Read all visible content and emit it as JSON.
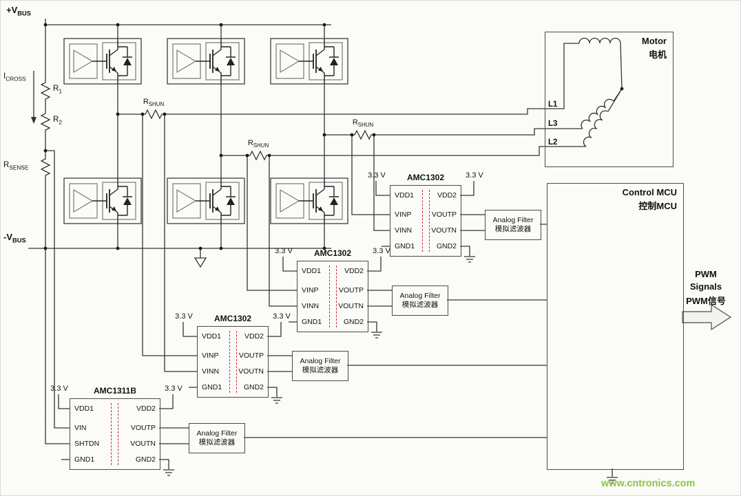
{
  "colors": {
    "isolation_red": "#cf2030",
    "watermark_green": "#8dc63f"
  },
  "bus": {
    "vbus_pos": {
      "main": "+V",
      "sub": "BUS"
    },
    "icross": {
      "main": "I",
      "sub": "CROSS"
    },
    "r1": {
      "main": "R",
      "sub": "1"
    },
    "r2": {
      "main": "R",
      "sub": "2"
    },
    "rsense": {
      "main": "R",
      "sub": "SENSE"
    },
    "vbus_neg": {
      "main": "-V",
      "sub": "BUS"
    }
  },
  "shunts": [
    {
      "main": "R",
      "sub": "SHUN"
    },
    {
      "main": "R",
      "sub": "SHUN"
    },
    {
      "main": "R",
      "sub": "SHUN"
    }
  ],
  "chips": [
    {
      "name": "AMC1302",
      "supply_left": "3.3 V",
      "supply_right": "3.3 V",
      "pins_left": [
        "VDD1",
        "VINP",
        "VINN",
        "GND1"
      ],
      "pins_right": [
        "VDD2",
        "VOUTP",
        "VOUTN",
        "GND2"
      ]
    },
    {
      "name": "AMC1302",
      "supply_left": "3.3 V",
      "supply_right": "3.3 V",
      "pins_left": [
        "VDD1",
        "VINP",
        "VINN",
        "GND1"
      ],
      "pins_right": [
        "VDD2",
        "VOUTP",
        "VOUTN",
        "GND2"
      ]
    },
    {
      "name": "AMC1302",
      "supply_left": "3.3 V",
      "supply_right": "3.3 V",
      "pins_left": [
        "VDD1",
        "VINP",
        "VINN",
        "GND1"
      ],
      "pins_right": [
        "VDD2",
        "VOUTP",
        "VOUTN",
        "GND2"
      ]
    },
    {
      "name": "AMC1311B",
      "supply_left": "3.3 V",
      "supply_right": "3.3 V",
      "pins_left": [
        "VDD1",
        "VIN",
        "SHTDN",
        "GND1"
      ],
      "pins_right": [
        "VDD2",
        "VOUTP",
        "VOUTN",
        "GND2"
      ]
    }
  ],
  "filters": [
    {
      "line1": "Analog Filter",
      "line2": "模拟滤波器"
    },
    {
      "line1": "Analog Filter",
      "line2": "模拟滤波器"
    },
    {
      "line1": "Analog Filter",
      "line2": "模拟滤波器"
    },
    {
      "line1": "Analog Filter",
      "line2": "模拟滤波器"
    }
  ],
  "motor": {
    "title_en": "Motor",
    "title_cn": "电机",
    "phases": [
      "L1",
      "L3",
      "L2"
    ]
  },
  "mcu": {
    "title_en": "Control MCU",
    "title_cn": "控制MCU"
  },
  "pwm": {
    "line1": "PWM",
    "line2": "Signals",
    "line3": "PWM信号"
  },
  "watermark": "www.cntronics.com"
}
